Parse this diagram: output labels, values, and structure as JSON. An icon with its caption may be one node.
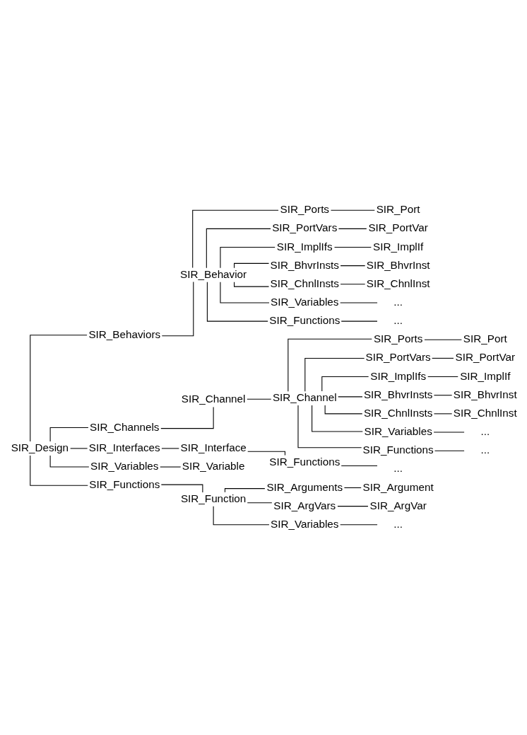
{
  "diagram": {
    "nodes": [
      {
        "text": [
          "SIR_Design"
        ]
      },
      {
        "text": [
          "SIR_Behaviors"
        ]
      },
      {
        "text": [
          "SIR_Behavior"
        ]
      },
      {
        "text": [
          "SIR_Ports"
        ]
      },
      {
        "text": [
          "SIR_Port"
        ]
      },
      {
        "text": [
          "SIR_PortVars"
        ]
      },
      {
        "text": [
          "SIR_PortVar"
        ]
      },
      {
        "text": [
          "SIR_ImplIfs"
        ]
      },
      {
        "text": [
          "SIR_ImplIf"
        ]
      },
      {
        "text": [
          "SIR_BhvrInsts"
        ]
      },
      {
        "text": [
          "SIR_BhvrInst"
        ]
      },
      {
        "text": [
          "SIR_ChnlInsts"
        ]
      },
      {
        "text": [
          "SIR_ChnlInst"
        ]
      },
      {
        "text": [
          "SIR_Variables"
        ]
      },
      {
        "text": [
          "..."
        ]
      },
      {
        "text": [
          "SIR_Functions"
        ]
      },
      {
        "text": [
          "..."
        ]
      },
      {
        "text": [
          "SIR_Channels"
        ]
      },
      {
        "text": [
          "SIR_Channel"
        ]
      },
      {
        "text": [
          "SIR_Interfaces"
        ]
      },
      {
        "text": [
          "SIR_Interface"
        ]
      },
      {
        "text": [
          "SIR_Functions"
        ]
      },
      {
        "text": [
          "..."
        ]
      },
      {
        "text": [
          "SIR_Variables"
        ]
      },
      {
        "text": [
          "SIR_Variable"
        ]
      },
      {
        "text": [
          "SIR_Functions"
        ]
      },
      {
        "text": [
          "SIR_Function"
        ]
      },
      {
        "text": [
          "SIR_Arguments"
        ]
      },
      {
        "text": [
          "SIR_Argument"
        ]
      },
      {
        "text": [
          "SIR_ArgVars"
        ]
      },
      {
        "text": [
          "SIR_ArgVar"
        ]
      },
      {
        "text": [
          "SIR_Variables"
        ]
      },
      {
        "text": [
          "..."
        ]
      },
      {
        "text": [
          "SIR_Channel"
        ]
      },
      {
        "text": [
          "SIR_Ports"
        ]
      },
      {
        "text": [
          "SIR_Port"
        ]
      },
      {
        "text": [
          "SIR_PortVars"
        ]
      },
      {
        "text": [
          "SIR_PortVar"
        ]
      },
      {
        "text": [
          "SIR_ImplIfs"
        ]
      },
      {
        "text": [
          "SIR_ImplIf"
        ]
      },
      {
        "text": [
          "SIR_BhvrInsts"
        ]
      },
      {
        "text": [
          "SIR_BhvrInst"
        ]
      },
      {
        "text": [
          "SIR_ChnlInsts"
        ]
      },
      {
        "text": [
          "SIR_ChnlInst"
        ]
      },
      {
        "text": [
          "SIR_Variables"
        ]
      },
      {
        "text": [
          "..."
        ]
      },
      {
        "text": [
          "SIR_Functions"
        ]
      },
      {
        "text": [
          "..."
        ]
      }
    ],
    "edges": [
      {
        "from": 0,
        "to": 1,
        "arrow": "none"
      },
      {
        "from": 1,
        "to": 2,
        "arrow": "none"
      },
      {
        "from": 2,
        "to": 3,
        "arrow": "none"
      },
      {
        "from": 3,
        "to": 4,
        "arrow": "none"
      },
      {
        "from": 2,
        "to": 5,
        "arrow": "none"
      },
      {
        "from": 5,
        "to": 6,
        "arrow": "none"
      },
      {
        "from": 2,
        "to": 7,
        "arrow": "none"
      },
      {
        "from": 7,
        "to": 8,
        "arrow": "none"
      },
      {
        "from": 2,
        "to": 9,
        "arrow": "none"
      },
      {
        "from": 9,
        "to": 10,
        "arrow": "none"
      },
      {
        "from": 2,
        "to": 11,
        "arrow": "none"
      },
      {
        "from": 11,
        "to": 12,
        "arrow": "none"
      },
      {
        "from": 2,
        "to": 13,
        "arrow": "none"
      },
      {
        "from": 13,
        "to": 14,
        "arrow": "none"
      },
      {
        "from": 2,
        "to": 15,
        "arrow": "none"
      },
      {
        "from": 15,
        "to": 16,
        "arrow": "none"
      },
      {
        "from": 0,
        "to": 17,
        "arrow": "none"
      },
      {
        "from": 17,
        "to": 18,
        "arrow": "none"
      },
      {
        "from": 0,
        "to": 19,
        "arrow": "none"
      },
      {
        "from": 19,
        "to": 20,
        "arrow": "none"
      },
      {
        "from": 20,
        "to": 21,
        "arrow": "none"
      },
      {
        "from": 21,
        "to": 22,
        "arrow": "none"
      },
      {
        "from": 0,
        "to": 23,
        "arrow": "none"
      },
      {
        "from": 23,
        "to": 24,
        "arrow": "none"
      },
      {
        "from": 0,
        "to": 25,
        "arrow": "none"
      },
      {
        "from": 25,
        "to": 26,
        "arrow": "none"
      },
      {
        "from": 26,
        "to": 27,
        "arrow": "none"
      },
      {
        "from": 27,
        "to": 28,
        "arrow": "none"
      },
      {
        "from": 26,
        "to": 29,
        "arrow": "none"
      },
      {
        "from": 29,
        "to": 30,
        "arrow": "none"
      },
      {
        "from": 26,
        "to": 31,
        "arrow": "none"
      },
      {
        "from": 31,
        "to": 32,
        "arrow": "none"
      },
      {
        "from": 18,
        "to": 33,
        "arrow": "none"
      },
      {
        "from": 33,
        "to": 34,
        "arrow": "none"
      },
      {
        "from": 34,
        "to": 35,
        "arrow": "none"
      },
      {
        "from": 33,
        "to": 36,
        "arrow": "none"
      },
      {
        "from": 36,
        "to": 37,
        "arrow": "none"
      },
      {
        "from": 33,
        "to": 38,
        "arrow": "none"
      },
      {
        "from": 38,
        "to": 39,
        "arrow": "none"
      },
      {
        "from": 33,
        "to": 40,
        "arrow": "none"
      },
      {
        "from": 40,
        "to": 41,
        "arrow": "none"
      },
      {
        "from": 33,
        "to": 42,
        "arrow": "none"
      },
      {
        "from": 42,
        "to": 43,
        "arrow": "none"
      },
      {
        "from": 33,
        "to": 44,
        "arrow": "none"
      },
      {
        "from": 44,
        "to": 45,
        "arrow": "none"
      },
      {
        "from": 33,
        "to": 46,
        "arrow": "none"
      },
      {
        "from": 46,
        "to": 47,
        "arrow": "none"
      }
    ]
  }
}
